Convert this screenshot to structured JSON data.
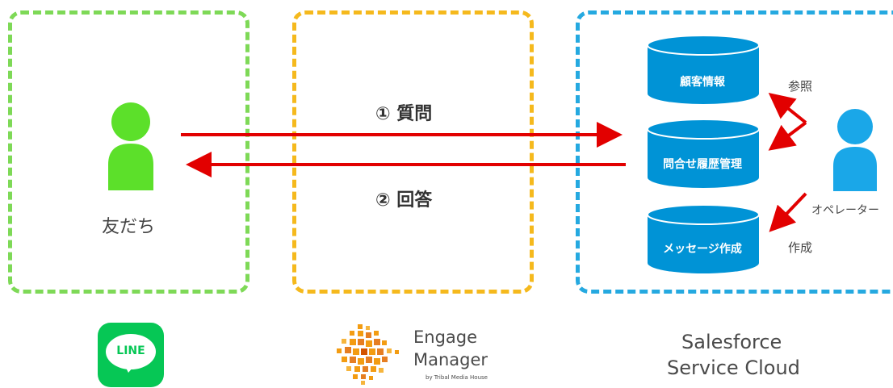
{
  "friend_label": "友だち",
  "step1": "① 質問",
  "step2": "② 回答",
  "databases": {
    "customer_info": "顧客情報",
    "inquiry_history": "問合せ履歴管理",
    "message_create": "メッセージ作成"
  },
  "annotations": {
    "reference": "参照",
    "create": "作成",
    "operator": "オペレーター"
  },
  "logos": {
    "line": "LINE",
    "engage_line1": "Engage",
    "engage_line2": "Manager",
    "engage_by": "by Tribal Media House",
    "sf_line1": "Salesforce",
    "sf_line2": "Service Cloud"
  },
  "colors": {
    "friend_green": "#5ce02a",
    "operator_blue": "#1aa7e8",
    "arrow_red": "#e20000",
    "db_blue": "#0093d6",
    "line_green": "#06c755",
    "engage_orange": "#f39c12"
  }
}
